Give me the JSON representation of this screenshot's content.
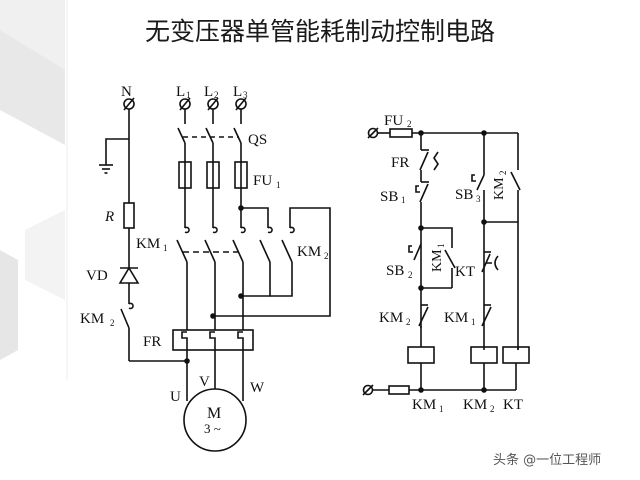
{
  "title": "无变压器单管能耗制动控制电路",
  "watermark": "头条 @一位工程师",
  "colors": {
    "line": "#111111",
    "title": "#1a1a1a",
    "watermark": "#555555",
    "bg_shape": "#eeeeee"
  },
  "main_circuit": {
    "terminals": {
      "neutral": "N",
      "l1": "L",
      "l1_sub": "1",
      "l2": "L",
      "l2_sub": "2",
      "l3": "L",
      "l3_sub": "3"
    },
    "qs": "QS",
    "fu1": "FU",
    "fu1_sub": "1",
    "resistor": "R",
    "diode": "VD",
    "km1": "KM",
    "km1_sub": "1",
    "km2_right": "KM",
    "km2_right_sub": "2",
    "km2_left": "KM",
    "km2_left_sub": "2",
    "fr": "FR",
    "phase_u": "U",
    "phase_v": "V",
    "phase_w": "W",
    "motor": "M",
    "motor_sub": "3 ~"
  },
  "control_circuit": {
    "fu2": "FU",
    "fu2_sub": "2",
    "fr": "FR",
    "sb1": "SB",
    "sb1_sub": "1",
    "sb3": "SB",
    "sb3_sub": "3",
    "km2_contact": "KM",
    "km2_contact_sub": "2",
    "sb2": "SB",
    "sb2_sub": "2",
    "km1_contact": "KM",
    "km1_contact_sub": "1",
    "kt_contact": "KT",
    "km2_nc": "KM",
    "km2_nc_sub": "2",
    "km1_nc": "KM",
    "km1_nc_sub": "1",
    "coil_km1": "KM",
    "coil_km1_sub": "1",
    "coil_km2": "KM",
    "coil_km2_sub": "2",
    "coil_kt": "KT"
  }
}
